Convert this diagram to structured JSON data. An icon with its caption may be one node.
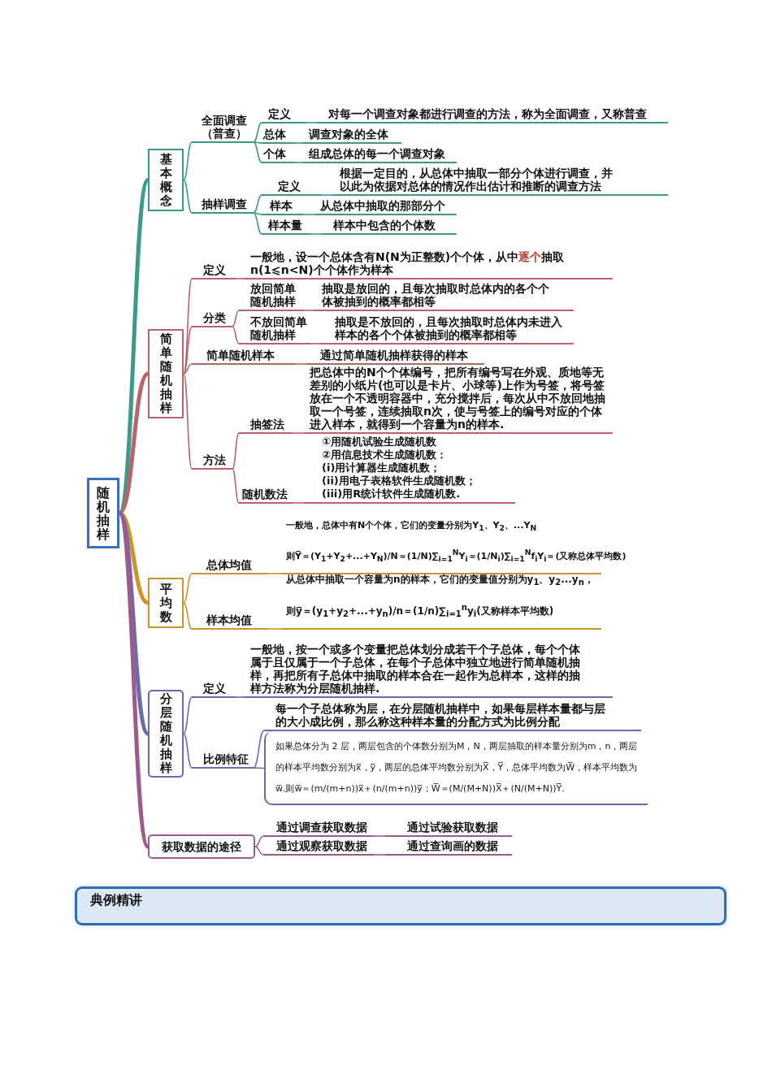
{
  "diagram": {
    "nodes": [
      {
        "text": [
          "随机抽样"
        ]
      },
      {
        "text": [
          "基本概念"
        ]
      },
      {
        "text": [
          "全面调查（普查）"
        ]
      },
      {
        "text": [
          "定义"
        ]
      },
      {
        "text": [
          "对每一个调查对象都进行调查的方法，称为全面调查，又称普查"
        ]
      },
      {
        "text": [
          "总体"
        ]
      },
      {
        "text": [
          "调查对象的全体"
        ]
      },
      {
        "text": [
          "个体"
        ]
      },
      {
        "text": [
          "组成总体的每一个调查对象"
        ]
      },
      {
        "text": [
          "抽样调查"
        ]
      },
      {
        "text": [
          "定义"
        ]
      },
      {
        "text": [
          "根据一定目的，从总体中抽取一部分个体进行调查，并以此为依据对总体的情况作出估计和推断的调查方法"
        ]
      },
      {
        "text": [
          "样本"
        ]
      },
      {
        "text": [
          "从总体中抽取的那部分个"
        ]
      },
      {
        "text": [
          "样本量"
        ]
      },
      {
        "text": [
          "样本中包含的个体数"
        ]
      },
      {
        "text": [
          "简单随机抽样"
        ]
      },
      {
        "text": [
          "定义"
        ]
      },
      {
        "text": [
          "一般地，设一个总体含有N(N为正整数)个个体，从中**逐个**抽取n(1⩽n<N)个个体作为样本"
        ]
      },
      {
        "text": [
          "分类"
        ]
      },
      {
        "text": [
          "放回简单随机抽样"
        ]
      },
      {
        "text": [
          "抽取是放回的，且每次抽取时总体内的各个个体被抽到的概率都相等"
        ]
      },
      {
        "text": [
          "不放回简单随机抽样"
        ]
      },
      {
        "text": [
          "抽取是不放回的，且每次抽取时总体内未进入样本的各个个体被抽到的概率都相等"
        ]
      },
      {
        "text": [
          "简单随机样本"
        ]
      },
      {
        "text": [
          "通过简单随机抽样获得的样本"
        ]
      },
      {
        "text": [
          "方法"
        ]
      },
      {
        "text": [
          "抽签法"
        ]
      },
      {
        "text": [
          "把总体中的N个个体编号，把所有编号写在外观、质地等无差别的小纸片(也可以是卡片、小球等)上作为号签，将号签放在一个不透明容器中，充分搅拌后，每次从中不放回地抽取一个号签，连续抽取n次，使与号签上的编号对应的个体进入样本，就得到一个容量为n的样本."
        ]
      },
      {
        "text": [
          "随机数法"
        ]
      },
      {
        "text": [
          "①用随机试验生成随机数",
          "②用信息技术生成随机数：",
          "(i)用计算器生成随机数；",
          "(ii)用电子表格软件生成随机数；",
          "(iii)用R统计软件生成随机数."
        ]
      },
      {
        "text": [
          "平均数"
        ]
      },
      {
        "text": [
          "总体均值"
        ]
      },
      {
        "text": [
          "一般地，总体中有N个个体，它们的变量分别为Y$_{1}$、Y$_{2}$、...Y$_{N}$",
          "则Y̅＝(Y$_{1}$+Y$_{2}$+...+Y$_{N}$)/N＝(1/N)∑$_{i=1}$$^{N}$Y$_{i}$＝(1/N$_{i}$)∑$_{i=1}$$^{N}$f$_{i}$Y$_{i}$＝(又称总体平均数)"
        ]
      },
      {
        "text": [
          "样本均值"
        ]
      },
      {
        "text": [
          "从总体中抽取一个容量为n的样本，它们的变量值分别为y$_{1}$、y$_{2}$...y$_{n}$，",
          "则y̅＝(y$_{1}$+y$_{2}$+...+y$_{n}$)/n＝(1/n)∑$_{i=1}$$^{n}$y$_{i}$(又称样本平均数)"
        ]
      },
      {
        "text": [
          "分层随机抽样"
        ]
      },
      {
        "text": [
          "定义"
        ]
      },
      {
        "text": [
          "一般地，按一个或多个变量把总体划分成若干个子总体，每个个体属于且仅属于一个子总体，在每个子总体中独立地进行简单随机抽样，再把所有子总体中抽取的样本合在一起作为总样本，这样的抽样方法称为分层随机抽样."
        ]
      },
      {
        "text": [
          "比例特征"
        ]
      },
      {
        "text": [
          "每一个子总体称为层，在分层随机抽样中，如果每层样本量都与层的大小成比例，那么称这种样本量的分配方式为比例分配"
        ]
      },
      {
        "text": [
          "如果总体分为 2 层，两层包含的个体数分别为M，N，两层抽取的样本量分别为m，n，两层的样本平均数分别为x̅，y̅，两层的总体平均数分别为X̅，Y̅，总体平均数为W̅，样本平均数为w̅.则w̅＝(m/(m+n))x̅＋(n/(m+n))y̅；W̅＝(M/(M+N))X̅＋(N/(M+N))Y̅."
        ]
      },
      {
        "text": [
          "获取数据的途径"
        ]
      },
      {
        "text": [
          "通过调查获取数据"
        ]
      },
      {
        "text": [
          "通过试验获取数据"
        ]
      },
      {
        "text": [
          "通过观察获取数据"
        ]
      },
      {
        "text": [
          "通过查询画的数据"
        ]
      },
      {
        "text": [
          "典例精讲"
        ]
      }
    ],
    "edges": [
      {
        "from": 0,
        "to": 1,
        "arrow": "none",
        "style": "thick",
        "color": "#3d9a8b"
      },
      {
        "from": 0,
        "to": 16,
        "arrow": "none",
        "style": "thick",
        "color": "#b7646b"
      },
      {
        "from": 0,
        "to": 31,
        "arrow": "none",
        "style": "thick",
        "color": "#c9962c"
      },
      {
        "from": 0,
        "to": 36,
        "arrow": "none",
        "style": "thick",
        "color": "#6b6bae"
      },
      {
        "from": 0,
        "to": 42,
        "arrow": "none",
        "style": "thick",
        "color": "#9b5b8c"
      },
      {
        "from": 1,
        "to": 2,
        "arrow": "none",
        "color": "#3d9a8b"
      },
      {
        "from": 1,
        "to": 9,
        "arrow": "none",
        "color": "#3d9a8b"
      },
      {
        "from": 2,
        "to": 3,
        "arrow": "none",
        "color": "#3d9a8b"
      },
      {
        "from": 3,
        "to": 4,
        "arrow": "none",
        "color": "#3d9a8b"
      },
      {
        "from": 2,
        "to": 5,
        "arrow": "none",
        "color": "#3d9a8b"
      },
      {
        "from": 5,
        "to": 6,
        "arrow": "none",
        "color": "#3d9a8b"
      },
      {
        "from": 2,
        "to": 7,
        "arrow": "none",
        "color": "#3d9a8b"
      },
      {
        "from": 7,
        "to": 8,
        "arrow": "none",
        "color": "#3d9a8b"
      },
      {
        "from": 9,
        "to": 10,
        "arrow": "none",
        "color": "#3d9a8b"
      },
      {
        "from": 10,
        "to": 11,
        "arrow": "none",
        "color": "#3d9a8b"
      },
      {
        "from": 9,
        "to": 12,
        "arrow": "none",
        "color": "#3d9a8b"
      },
      {
        "from": 12,
        "to": 13,
        "arrow": "none",
        "color": "#3d9a8b"
      },
      {
        "from": 9,
        "to": 14,
        "arrow": "none",
        "color": "#3d9a8b"
      },
      {
        "from": 14,
        "to": 15,
        "arrow": "none",
        "color": "#3d9a8b"
      },
      {
        "from": 16,
        "to": 17,
        "arrow": "none",
        "color": "#b7646b"
      },
      {
        "from": 17,
        "to": 18,
        "arrow": "none",
        "color": "#b7646b"
      },
      {
        "from": 16,
        "to": 19,
        "arrow": "none",
        "color": "#b7646b"
      },
      {
        "from": 19,
        "to": 20,
        "arrow": "none",
        "color": "#b7646b"
      },
      {
        "from": 20,
        "to": 21,
        "arrow": "none",
        "color": "#b7646b"
      },
      {
        "from": 19,
        "to": 22,
        "arrow": "none",
        "color": "#b7646b"
      },
      {
        "from": 22,
        "to": 23,
        "arrow": "none",
        "color": "#b7646b"
      },
      {
        "from": 16,
        "to": 24,
        "arrow": "none",
        "color": "#b7646b"
      },
      {
        "from": 24,
        "to": 25,
        "arrow": "none",
        "color": "#b7646b"
      },
      {
        "from": 16,
        "to": 26,
        "arrow": "none",
        "color": "#b7646b"
      },
      {
        "from": 26,
        "to": 27,
        "arrow": "none",
        "color": "#b7646b"
      },
      {
        "from": 27,
        "to": 28,
        "arrow": "none",
        "color": "#b7646b"
      },
      {
        "from": 26,
        "to": 29,
        "arrow": "none",
        "color": "#b7646b"
      },
      {
        "from": 29,
        "to": 30,
        "arrow": "none",
        "color": "#b7646b"
      },
      {
        "from": 31,
        "to": 32,
        "arrow": "none",
        "color": "#c9962c"
      },
      {
        "from": 32,
        "to": 33,
        "arrow": "none",
        "color": "#c9962c"
      },
      {
        "from": 31,
        "to": 34,
        "arrow": "none",
        "color": "#c9962c"
      },
      {
        "from": 34,
        "to": 35,
        "arrow": "none",
        "color": "#c9962c"
      },
      {
        "from": 36,
        "to": 37,
        "arrow": "none",
        "color": "#6b6bae"
      },
      {
        "from": 37,
        "to": 38,
        "arrow": "none",
        "color": "#6b6bae"
      },
      {
        "from": 36,
        "to": 39,
        "arrow": "none",
        "color": "#6b6bae"
      },
      {
        "from": 39,
        "to": 40,
        "arrow": "none",
        "color": "#6b6bae"
      },
      {
        "from": 39,
        "to": 41,
        "arrow": "none",
        "color": "#6b6bae"
      },
      {
        "from": 42,
        "to": 43,
        "arrow": "none",
        "color": "#9b5b8c"
      },
      {
        "from": 43,
        "to": 44,
        "arrow": "none",
        "color": "#9b5b8c"
      },
      {
        "from": 42,
        "to": 45,
        "arrow": "none",
        "color": "#9b5b8c"
      },
      {
        "from": 45,
        "to": 46,
        "arrow": "none",
        "color": "#9b5b8c"
      }
    ]
  }
}
